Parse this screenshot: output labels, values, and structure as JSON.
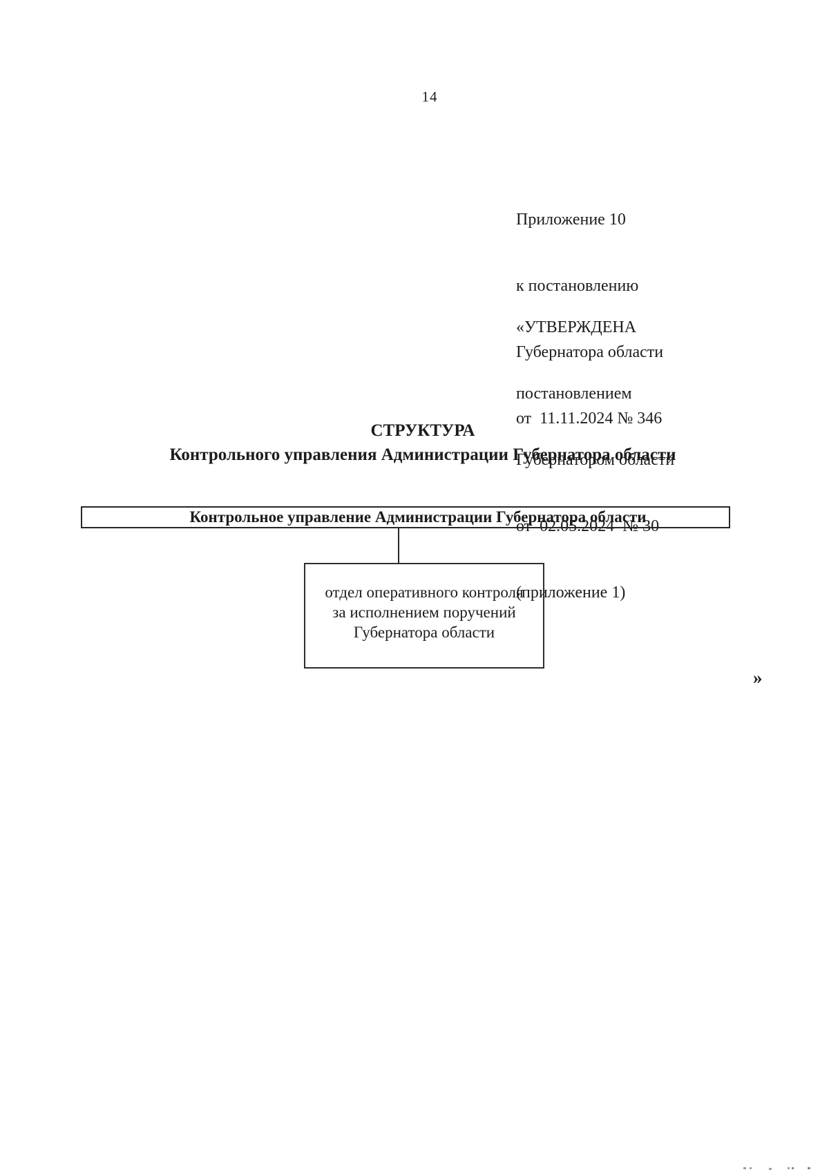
{
  "page": {
    "number": "14",
    "closing_quote": "»"
  },
  "appendix_block": {
    "lines": [
      "Приложение 10",
      "к постановлению",
      "Губернатора области",
      "от  11.11.2024 № 346"
    ]
  },
  "approval_block": {
    "lines": [
      "«УТВЕРЖДЕНА",
      "постановлением",
      "Губернатором области",
      "от  02.05.2024  № 30",
      "(приложение 1)"
    ]
  },
  "title": {
    "line1": "СТРУКТУРА",
    "line2": "Контрольного управления Администрации Губернатора области"
  },
  "org_chart": {
    "root_label": "Контрольное управление Администрации Губернатора области",
    "child_lines": [
      "отдел оперативного контроля",
      "за исполнением поручений",
      "Губернатора области"
    ]
  },
  "colors": {
    "ink": "#1c1c1c",
    "box_border": "#262626",
    "background": "#ffffff"
  }
}
